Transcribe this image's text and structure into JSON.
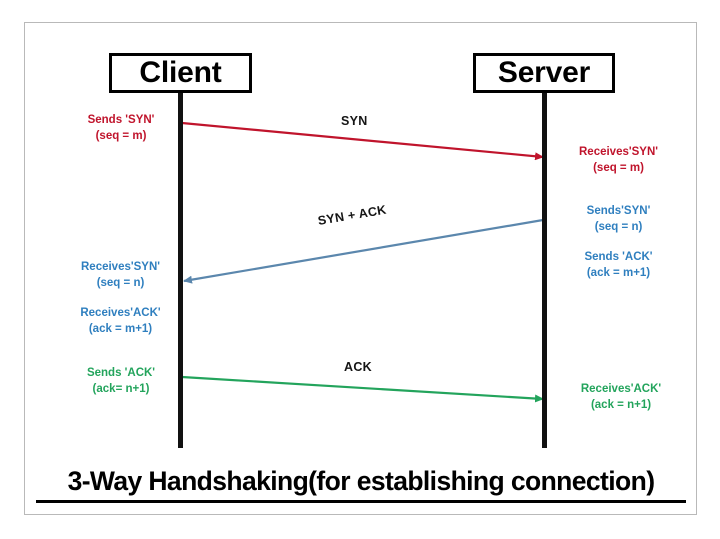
{
  "diagram": {
    "title": "3-Way Handshaking(for establishing connection)",
    "nodes": {
      "client": "Client",
      "server": "Server"
    },
    "colors": {
      "syn": "#c0142c",
      "syn_ack": "#2f7fbf",
      "ack": "#23a45c",
      "lifeline": "#111111",
      "frame": "#b9b9b9",
      "text": "#000000"
    },
    "messages": [
      {
        "name": "syn",
        "caption": "SYN",
        "direction": "client-to-server",
        "color": "#c0142c",
        "source_label": [
          "Sends 'SYN'",
          "(seq = m)"
        ],
        "target_label": [
          "Receives'SYN'",
          "(seq = m)"
        ]
      },
      {
        "name": "syn-ack",
        "caption": "SYN + ACK",
        "direction": "server-to-client",
        "color": "#2f7fbf",
        "source_label": [
          "Sends'SYN'",
          "(seq = n)",
          "Sends 'ACK'",
          "(ack = m+1)"
        ],
        "target_label": [
          "Receives'SYN'",
          "(seq = n)",
          "Receives'ACK'",
          "(ack = m+1)"
        ]
      },
      {
        "name": "ack",
        "caption": "ACK",
        "direction": "client-to-server",
        "color": "#23a45c",
        "source_label": [
          "Sends 'ACK'",
          "(ack= n+1)"
        ],
        "target_label": [
          "Receives'ACK'",
          "(ack = n+1)"
        ]
      }
    ],
    "labels": {
      "sends_syn_l1": "Sends 'SYN'",
      "sends_syn_l2": "(seq = m)",
      "receives_syn_m_l1": "Receives'SYN'",
      "receives_syn_m_l2": "(seq = m)",
      "server_sends_l1": "Sends'SYN'",
      "server_sends_l2": "(seq = n)",
      "server_sends_l3": "Sends 'ACK'",
      "server_sends_l4": "(ack = m+1)",
      "client_recv_l1": "Receives'SYN'",
      "client_recv_l2": "(seq = n)",
      "client_recv_l3": "Receives'ACK'",
      "client_recv_l4": "(ack = m+1)",
      "sends_ack_l1": "Sends 'ACK'",
      "sends_ack_l2": "(ack= n+1)",
      "receives_ack_l1": "Receives'ACK'",
      "receives_ack_l2": "(ack = n+1)",
      "caption_syn": "SYN",
      "caption_syn_ack": "SYN + ACK",
      "caption_ack": "ACK"
    }
  }
}
